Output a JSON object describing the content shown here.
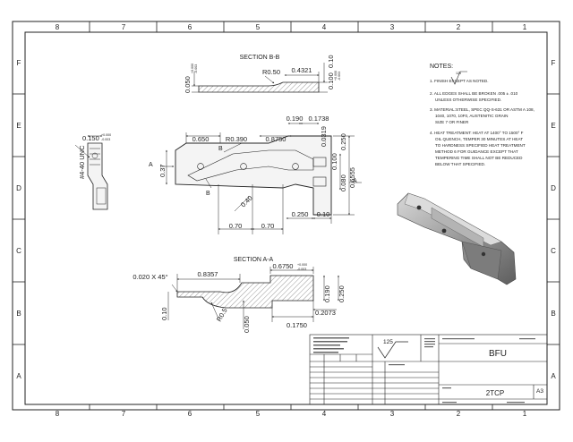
{
  "border": {
    "cols": [
      "8",
      "7",
      "6",
      "5",
      "4",
      "3",
      "2",
      "1"
    ],
    "rows": [
      "F",
      "E",
      "D",
      "C",
      "B",
      "A"
    ]
  },
  "section_bb": {
    "title": "SECTION B-B",
    "dims": [
      "R0.50",
      "0.4321",
      "0.050",
      "0.100",
      "0.10"
    ],
    "tols": [
      "+0.000",
      "-0.003",
      "+0.000",
      "-0.003"
    ]
  },
  "main_view": {
    "dims": [
      "0.650",
      "R0.390",
      "0.8750",
      "0.190",
      "0.1738",
      "0.0319",
      "0.250",
      "0.37",
      "0.100",
      "0.080",
      "0.6555",
      "0.70",
      "0.70",
      "0.250",
      "0.10",
      "0.40",
      "0.150",
      "#4-40 UNC"
    ],
    "labels": {
      "a": "A",
      "b": "B",
      "b2": "B",
      "a2": "A"
    },
    "tols": [
      "+0.000",
      "-0.003"
    ]
  },
  "section_aa": {
    "title": "SECTION A-A",
    "dims": [
      "0.020 X 45°",
      "0.8357",
      "0.6750",
      "0.10",
      "0.050",
      "R0.5",
      "0.1750",
      "0.2073",
      "0.190",
      "0.250"
    ],
    "tols": [
      "+0.000",
      "-0.003"
    ]
  },
  "notes": {
    "title": "NOTES:",
    "finish_value": "125",
    "items": [
      "1. FINISH    EXCEPT AS NOTED.",
      "2. ALL EDGES SHALL BE BROKEN .005 ± .010",
      "UNLESS OTHERWISE SPECIFIED.",
      "3. MATERIAL:STEEL, SPEC QQ-S-631 OR ASTM A 108,",
      "1040, 1070, 10F0, AUSTENITIC GRAIN",
      "SIZE 7 OR FINER",
      "4. HEAT TREATMENT: HEAT AT 1400° TO 1500° F",
      "OIL QUENCH, TEMPER 30 MINUTES AT HEAT",
      "TO HARDNESS SPECIFIED HEAT TREATMENT",
      "METHOD 6 FOR GUIDANCE EXCEPT THAT",
      "TEMPERING TIME SHALL NOT BE REDUCED",
      "BELOW THAT SPECIFIED."
    ]
  },
  "title_block": {
    "finish": "125",
    "company": "BFU",
    "drawing_no": "2TCP",
    "size": "A3"
  },
  "colors": {
    "line": "#222222",
    "part_fill": "#e6e6e6",
    "hatch": "#555555"
  }
}
